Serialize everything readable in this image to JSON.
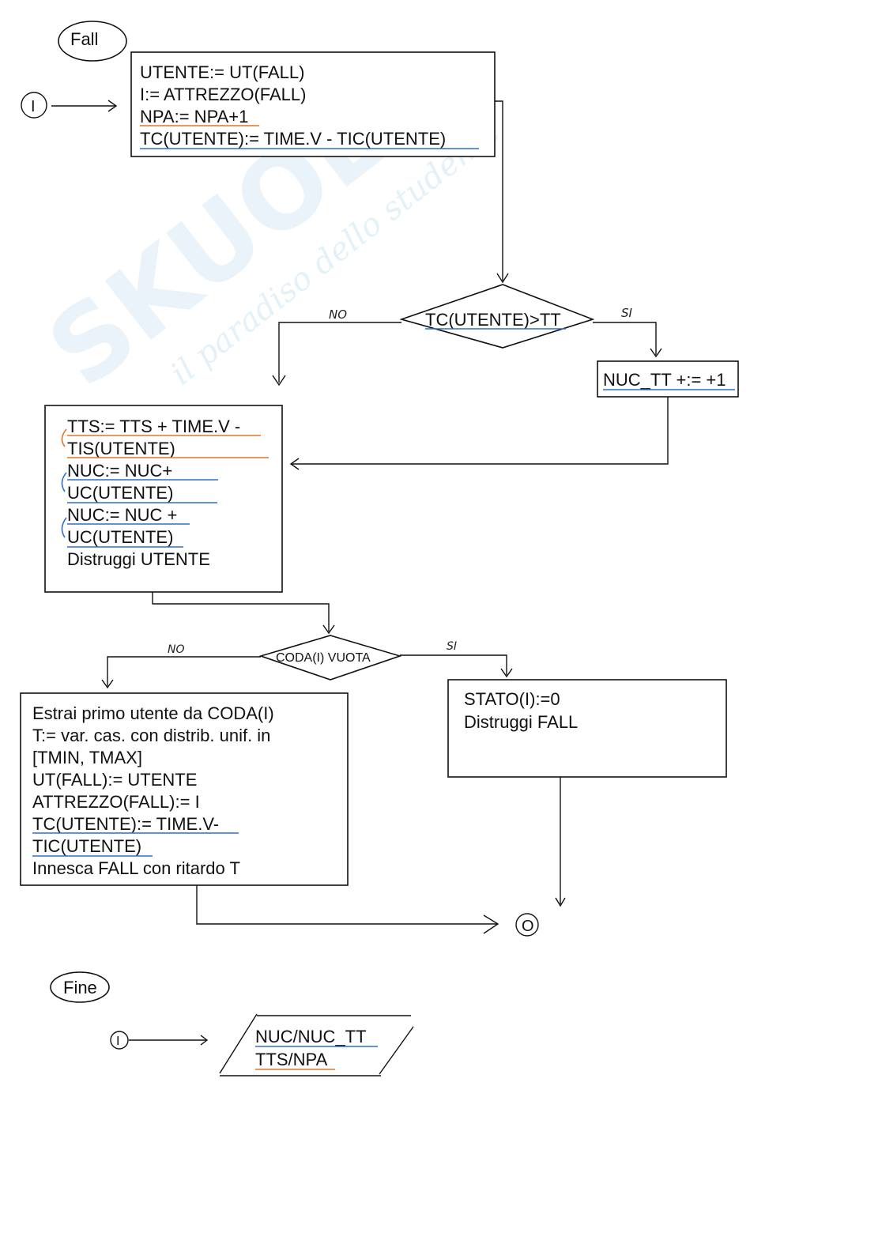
{
  "watermark": {
    "brand": "SKUOLA",
    "tagline": "il paradiso dello studente"
  },
  "fall": {
    "title": "Fall",
    "start_symbol": "I",
    "block1": {
      "lines": [
        "UTENTE:= UT(FALL)",
        "I:= ATTREZZO(FALL)",
        "NPA:= NPA+1",
        "TC(UTENTE):= TIME.V - TIC(UTENTE)"
      ]
    },
    "decision1": {
      "label": "TC(UTENTE)>TT",
      "no_label": "NO",
      "yes_label": "SI"
    },
    "yes_box": {
      "label": "NUC_TT +:= +1"
    },
    "block2": {
      "lines": [
        "TTS:= TTS + TIME.V -",
        "TIS(UTENTE)",
        "NUC:= NUC+",
        "UC(UTENTE)",
        "NUC:= NUC +",
        "UC(UTENTE)",
        "Distruggi UTENTE"
      ]
    },
    "decision2": {
      "label": "CODA(I) VUOTA",
      "no_label": "NO",
      "yes_label": "SI"
    },
    "block_no": {
      "lines": [
        "Estrai primo utente da CODA(I)",
        "T:= var. cas. con distrib. unif. in",
        "[TMIN, TMAX]",
        "UT(FALL):= UTENTE",
        "ATTREZZO(FALL):= I",
        "TC(UTENTE):= TIME.V-",
        "TIC(UTENTE)",
        "Innesca FALL con ritardo T"
      ]
    },
    "block_yes": {
      "lines": [
        "STATO(I):=0",
        "Distruggi FALL"
      ]
    },
    "end_symbol": "O"
  },
  "fine": {
    "title": "Fine",
    "start_symbol": "I",
    "output": {
      "lines": [
        "NUC/NUC_TT",
        "TTS/NPA"
      ]
    }
  },
  "colors": {
    "underline_blue": "#2f6fd0",
    "underline_orange": "#e0762a",
    "watermark": "#cfe6f3"
  }
}
